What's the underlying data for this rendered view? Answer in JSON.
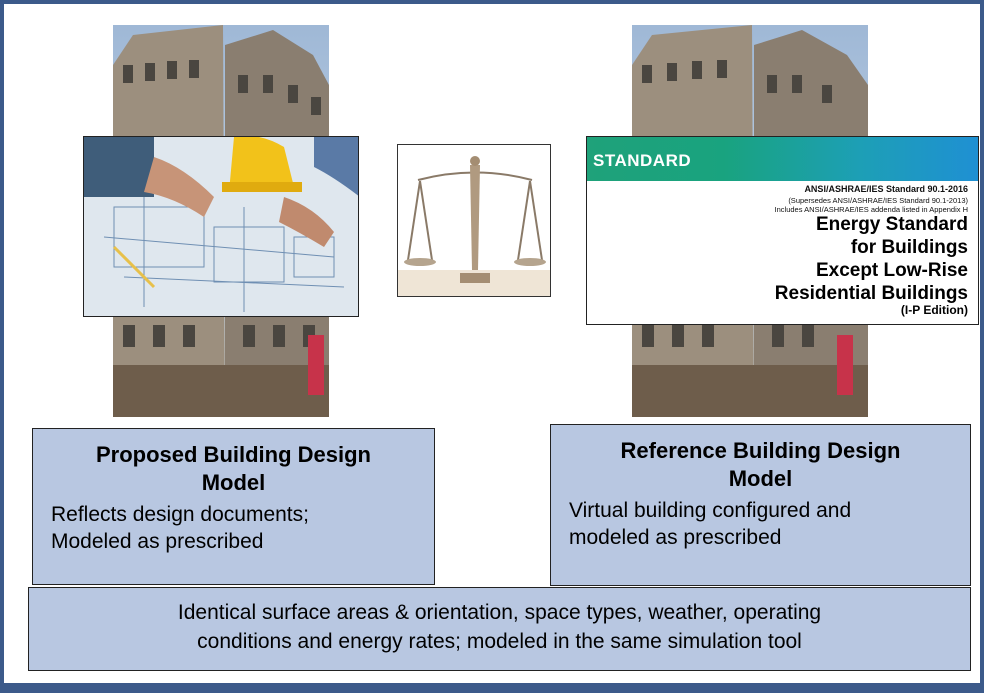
{
  "left_box": {
    "title_line1": "Proposed Building Design",
    "title_line2": "Model",
    "desc_line1": "Reflects design documents;",
    "desc_line2": "Modeled as prescribed"
  },
  "right_box": {
    "title_line1": "Reference Building Design",
    "title_line2": "Model",
    "desc_line1": "Virtual building configured and",
    "desc_line2": "modeled as prescribed"
  },
  "bottom_box": {
    "line1": "Identical surface areas & orientation, space types, weather, operating",
    "line2": "conditions and energy rates; modeled in the same simulation tool"
  },
  "standard_doc": {
    "band_label": "STANDARD",
    "standard_id": "ANSI/ASHRAE/IES Standard 90.1-2016",
    "supersedes": "(Supersedes ANSI/ASHRAE/IES Standard 90.1-2013)",
    "addenda": "Includes ANSI/ASHRAE/IES addenda listed in Appendix H",
    "title_line1": "Energy Standard",
    "title_line2": "for Buildings",
    "title_line3": "Except Low-Rise",
    "title_line4": "Residential Buildings",
    "edition": "(I-P Edition)"
  },
  "colors": {
    "box_fill": "#b8c7e1",
    "frame_border": "#3c5a8a",
    "band_green": "#1fa27a",
    "band_blue": "#1f90d3"
  }
}
